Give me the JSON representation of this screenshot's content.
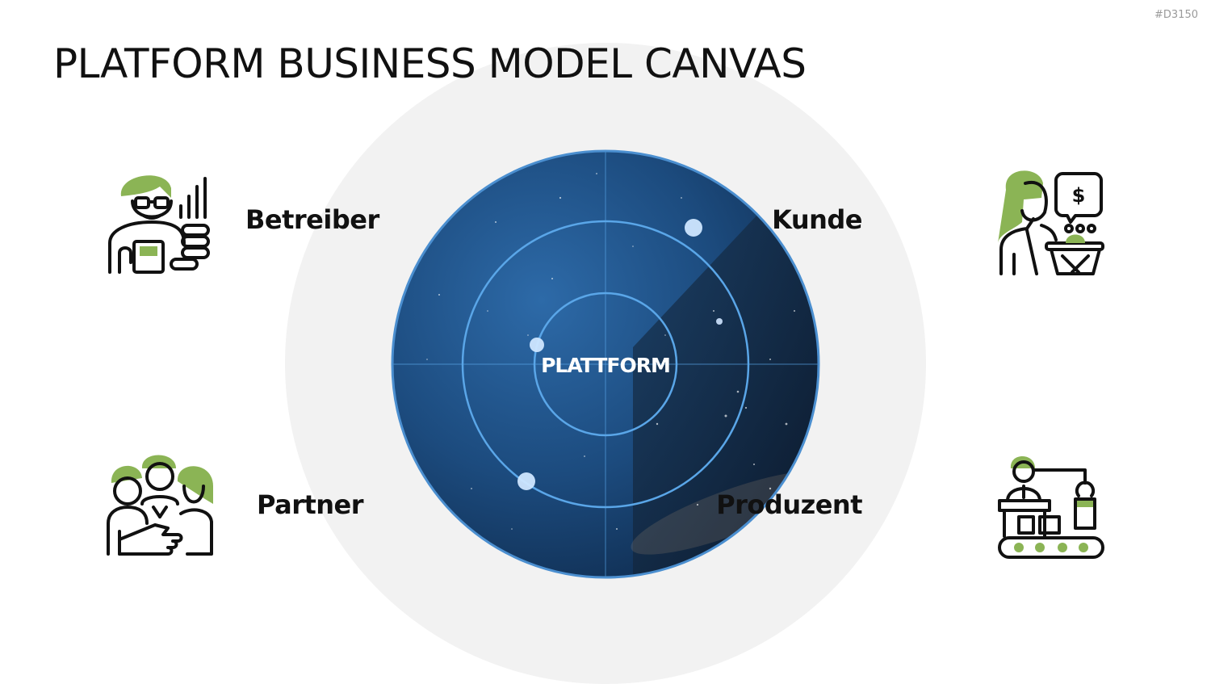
{
  "slide_code": "#D3150",
  "title": "PLATFORM BUSINESS MODEL CANVAS",
  "center_label": "PLATTFORM",
  "stakeholders": {
    "betreiber": {
      "label": "Betreiber",
      "icon": "operator-icon"
    },
    "partner": {
      "label": "Partner",
      "icon": "partnership-icon"
    },
    "kunde": {
      "label": "Kunde",
      "icon": "customer-icon"
    },
    "produzent": {
      "label": "Produzent",
      "icon": "producer-icon"
    }
  },
  "colors": {
    "accent_green": "#8bb455",
    "radar_blue": "#2f6fb0",
    "ring_line": "#5aa6e8",
    "background_circle": "#f2f2f2"
  }
}
